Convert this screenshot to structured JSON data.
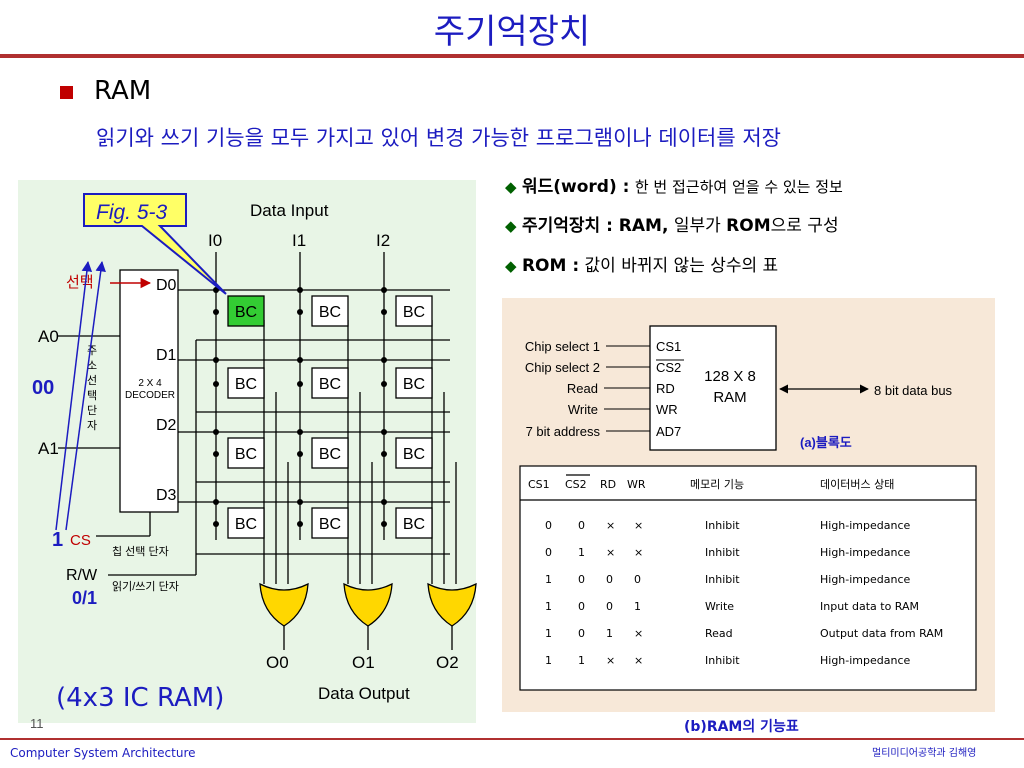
{
  "slide": {
    "title": "주기억장치",
    "section_label": "RAM",
    "subtitle": "읽기와 쓰기 기능을 모두 가지고 있어 변경 가능한 프로그램이나 데이터를 저장"
  },
  "definitions": [
    {
      "term": "워드(word) :",
      "desc": "한 번 접근하여 얻을 수 있는 정보"
    },
    {
      "term": "주기억장치 : RAM,",
      "desc": "일부가",
      "term2": "ROM",
      "desc2": "으로 구성"
    },
    {
      "term": "ROM :",
      "desc": "값이 바뀌지 않는 상수의 표"
    }
  ],
  "left_diagram": {
    "fig_label": "Fig. 5-3",
    "data_input_label": "Data Input",
    "data_output_label": "Data Output",
    "input_lines": [
      "I0",
      "I1",
      "I2"
    ],
    "output_lines": [
      "O0",
      "O1",
      "O2"
    ],
    "decoder_outputs": [
      "D0",
      "D1",
      "D2",
      "D3"
    ],
    "decoder_name": "2 X 4",
    "decoder_name2": "DECODER",
    "cell_label": "BC",
    "select_label": "선택",
    "addr_inputs": [
      "A0",
      "A1"
    ],
    "addr_terminal_label": "주소선택단자",
    "chip_select_pin": "CS",
    "chip_select_label": "칩 선택 단자",
    "rw_pin": "R/W",
    "rw_label": "읽기/쓰기 단자",
    "addr_value": "00",
    "cs_value": "1",
    "rw_value": "0/1",
    "caption": "(4x3  IC RAM)",
    "page_number": "11"
  },
  "block_diagram": {
    "inputs": [
      "Chip select 1",
      "Chip select 2",
      "Read",
      "Write",
      "7 bit address"
    ],
    "pins": [
      "CS1",
      "CS2",
      "RD",
      "WR",
      "AD7"
    ],
    "chip_line1": "128 X 8",
    "chip_line2": "RAM",
    "bus_label": "8 bit data bus",
    "caption": "(a)블록도"
  },
  "function_table": {
    "headers": [
      "CS1",
      "CS2",
      "RD",
      "WR",
      "메모리 기능",
      "데이터버스 상태"
    ],
    "rows": [
      [
        "0",
        "0",
        "×",
        "×",
        "Inhibit",
        "High-impedance"
      ],
      [
        "0",
        "1",
        "×",
        "×",
        "Inhibit",
        "High-impedance"
      ],
      [
        "1",
        "0",
        "0",
        "0",
        "Inhibit",
        "High-impedance"
      ],
      [
        "1",
        "0",
        "0",
        "1",
        "Write",
        "Input data to RAM"
      ],
      [
        "1",
        "0",
        "1",
        "×",
        "Read",
        "Output data from RAM"
      ],
      [
        "1",
        "1",
        "×",
        "×",
        "Inhibit",
        "High-impedance"
      ]
    ],
    "caption": "(b)RAM의 기능표"
  },
  "footer": {
    "left": "Computer System Architecture",
    "right": "멀티미디어공학과 김해영"
  },
  "colors": {
    "title_blue": "#1c1cc0",
    "accent_red": "#c00000",
    "bc_highlight": "#33cc33",
    "callout_yellow": "#ffff66",
    "or_gate_yellow": "#ffd700",
    "left_panel_bg": "#e8f5e6",
    "right_panel_bg": "#f7e8d8"
  }
}
